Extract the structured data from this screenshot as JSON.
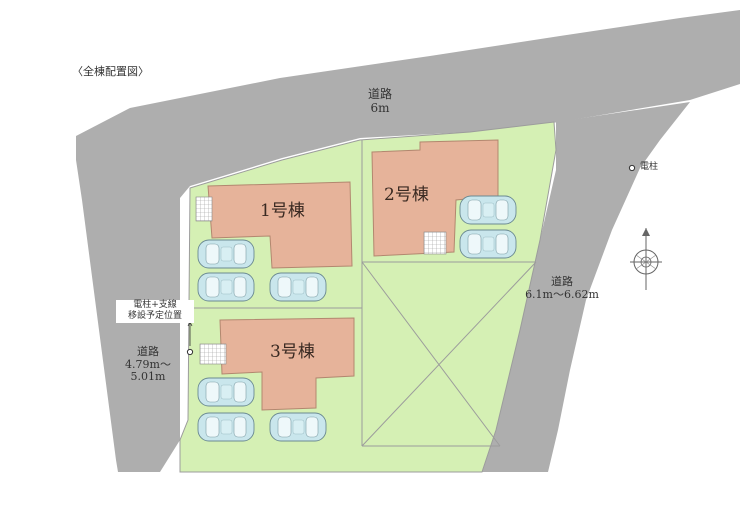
{
  "caption": "〈全棟配置図〉",
  "roads": {
    "top": {
      "name": "道路",
      "width": "6m"
    },
    "right": {
      "name": "道路",
      "width": "6.1m〜6.62m"
    },
    "left": {
      "name": "道路",
      "width_line1": "4.79m〜",
      "width_line2": "5.01m"
    }
  },
  "houses": {
    "h1": "1号棟",
    "h2": "2号棟",
    "h3": "3号棟"
  },
  "annotations": {
    "pole_relocation_line1": "電柱+支線",
    "pole_relocation_line2": "移設予定位置",
    "utility_pole": "電柱"
  },
  "colors": {
    "road": "#aeaeae",
    "lot": "#d5f0b4",
    "house": "#e6b39a",
    "car": "#c9e6ec",
    "lot_line": "#999999"
  },
  "icons": {
    "compass": "north-compass-icon",
    "car": "car-icon",
    "entrance": "entrance-tile-icon"
  }
}
